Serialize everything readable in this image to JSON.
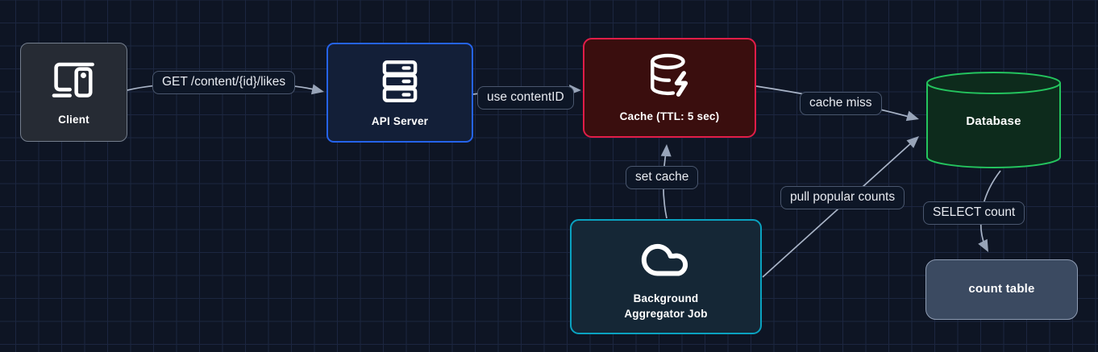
{
  "diagram": {
    "background_color": "#0e1524",
    "grid_color": "#1c2640",
    "edge_color": "#a9b4c7",
    "arrow_color": "#98a4b8"
  },
  "nodes": {
    "client": {
      "label": "Client",
      "icon": "devices-icon",
      "fill": "#262b34",
      "border_color": "#747e8d",
      "shape": "rounded-rect"
    },
    "api_server": {
      "label": "API Server",
      "icon": "server-icon",
      "fill": "#131f38",
      "border_color": "#2563eb",
      "shape": "rounded-rect"
    },
    "cache": {
      "label": "Cache (TTL: 5 sec)",
      "icon": "database-zap-icon",
      "fill": "#3a0e0e",
      "border_color": "#e11d48",
      "shape": "rounded-rect"
    },
    "background_job": {
      "label": "Background\nAggregator Job",
      "icon": "cloud-icon",
      "fill": "#152736",
      "border_color": "#0aa2c0",
      "shape": "rounded-rect"
    },
    "database": {
      "label": "Database",
      "icon": "cylinder-shape",
      "fill": "#0d2b1c",
      "border_color": "#24c45e",
      "shape": "cylinder"
    },
    "count_table": {
      "label": "count table",
      "fill": "#3b4a61",
      "border_color": "#8e9cb3",
      "shape": "rounded-rect"
    }
  },
  "edges": {
    "client_to_api": {
      "label": "GET /content/{id}/likes",
      "from": "client",
      "to": "api_server"
    },
    "api_to_cache": {
      "label": "use contentID",
      "from": "api_server",
      "to": "cache"
    },
    "cache_to_database": {
      "label": "cache miss",
      "from": "cache",
      "to": "database"
    },
    "job_to_cache": {
      "label": "set cache",
      "from": "background_job",
      "to": "cache"
    },
    "job_to_database": {
      "label": "pull popular counts",
      "from": "background_job",
      "to": "database"
    },
    "database_to_count_table": {
      "label": "SELECT count",
      "from": "database",
      "to": "count_table"
    }
  }
}
